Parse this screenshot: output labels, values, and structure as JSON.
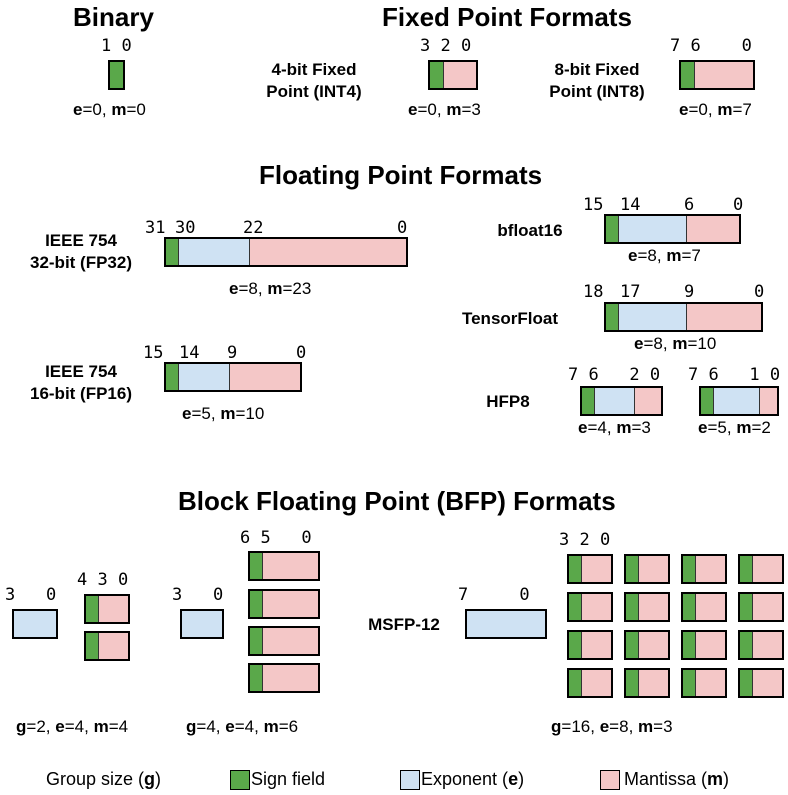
{
  "titles": {
    "binary": "Binary",
    "fixed": "Fixed Point Formats",
    "floating": "Floating Point Formats",
    "bfp": "Block Floating Point (BFP) Formats"
  },
  "formats": {
    "binary": {
      "bits": "1 0",
      "cap_e": "0",
      "cap_m": "0"
    },
    "int4": {
      "name1": "4-bit Fixed",
      "name2": "Point (INT4)",
      "bits": "3 2 0",
      "cap_e": "0",
      "cap_m": "3"
    },
    "int8": {
      "name1": "8-bit Fixed",
      "name2": "Point (INT8)",
      "bits": "7 6    0",
      "cap_e": "0",
      "cap_m": "7"
    },
    "fp32": {
      "name1": "IEEE 754",
      "name2": "32-bit (FP32)",
      "b1": "31",
      "b2": "30",
      "b3": "22",
      "b4": "0",
      "cap_e": "8",
      "cap_m": "23"
    },
    "fp16": {
      "name1": "IEEE 754",
      "name2": "16-bit (FP16)",
      "b1": "15",
      "b2": "14",
      "b3": "9",
      "b4": "0",
      "cap_e": "5",
      "cap_m": "10"
    },
    "bfloat16": {
      "name": "bfloat16",
      "b1": "15",
      "b2": "14",
      "b3": "6",
      "b4": "0",
      "cap_e": "8",
      "cap_m": "7"
    },
    "tf32": {
      "name": "TensorFloat",
      "b1": "18",
      "b2": "17",
      "b3": "9",
      "b4": "0",
      "cap_e": "8",
      "cap_m": "10"
    },
    "hfp8": {
      "name": "HFP8",
      "a_bits": "7 6   2 0",
      "a_cap_e": "4",
      "a_cap_m": "3",
      "b_bits": "7 6   1 0",
      "b_cap_e": "5",
      "b_cap_m": "2"
    }
  },
  "bfp": {
    "g2": {
      "exp_bits": "3   0",
      "man_bits": "4 3 0",
      "cap_g": "2",
      "cap_e": "4",
      "cap_m": "4"
    },
    "g4": {
      "exp_bits": "3   0",
      "man_bits": "6 5   0",
      "cap_g": "4",
      "cap_e": "4",
      "cap_m": "6"
    },
    "msfp": {
      "name": "MSFP-12",
      "exp_bits": "7     0",
      "man_bits": "3 2 0",
      "cap_g": "16",
      "cap_e": "8",
      "cap_m": "3"
    }
  },
  "caption_keys": {
    "e": "e",
    "m": "m",
    "g": "g"
  },
  "legend": {
    "group": "Group size (",
    "group_key": "g",
    "sign": "Sign field",
    "exponent": "Exponent (",
    "exponent_key": "e",
    "mantissa": "Mantissa (",
    "mantissa_key": "m",
    "close": ")"
  },
  "colors": {
    "sign": "#5aa84a",
    "exponent": "#cfe2f3",
    "mantissa": "#f4c7c7"
  }
}
